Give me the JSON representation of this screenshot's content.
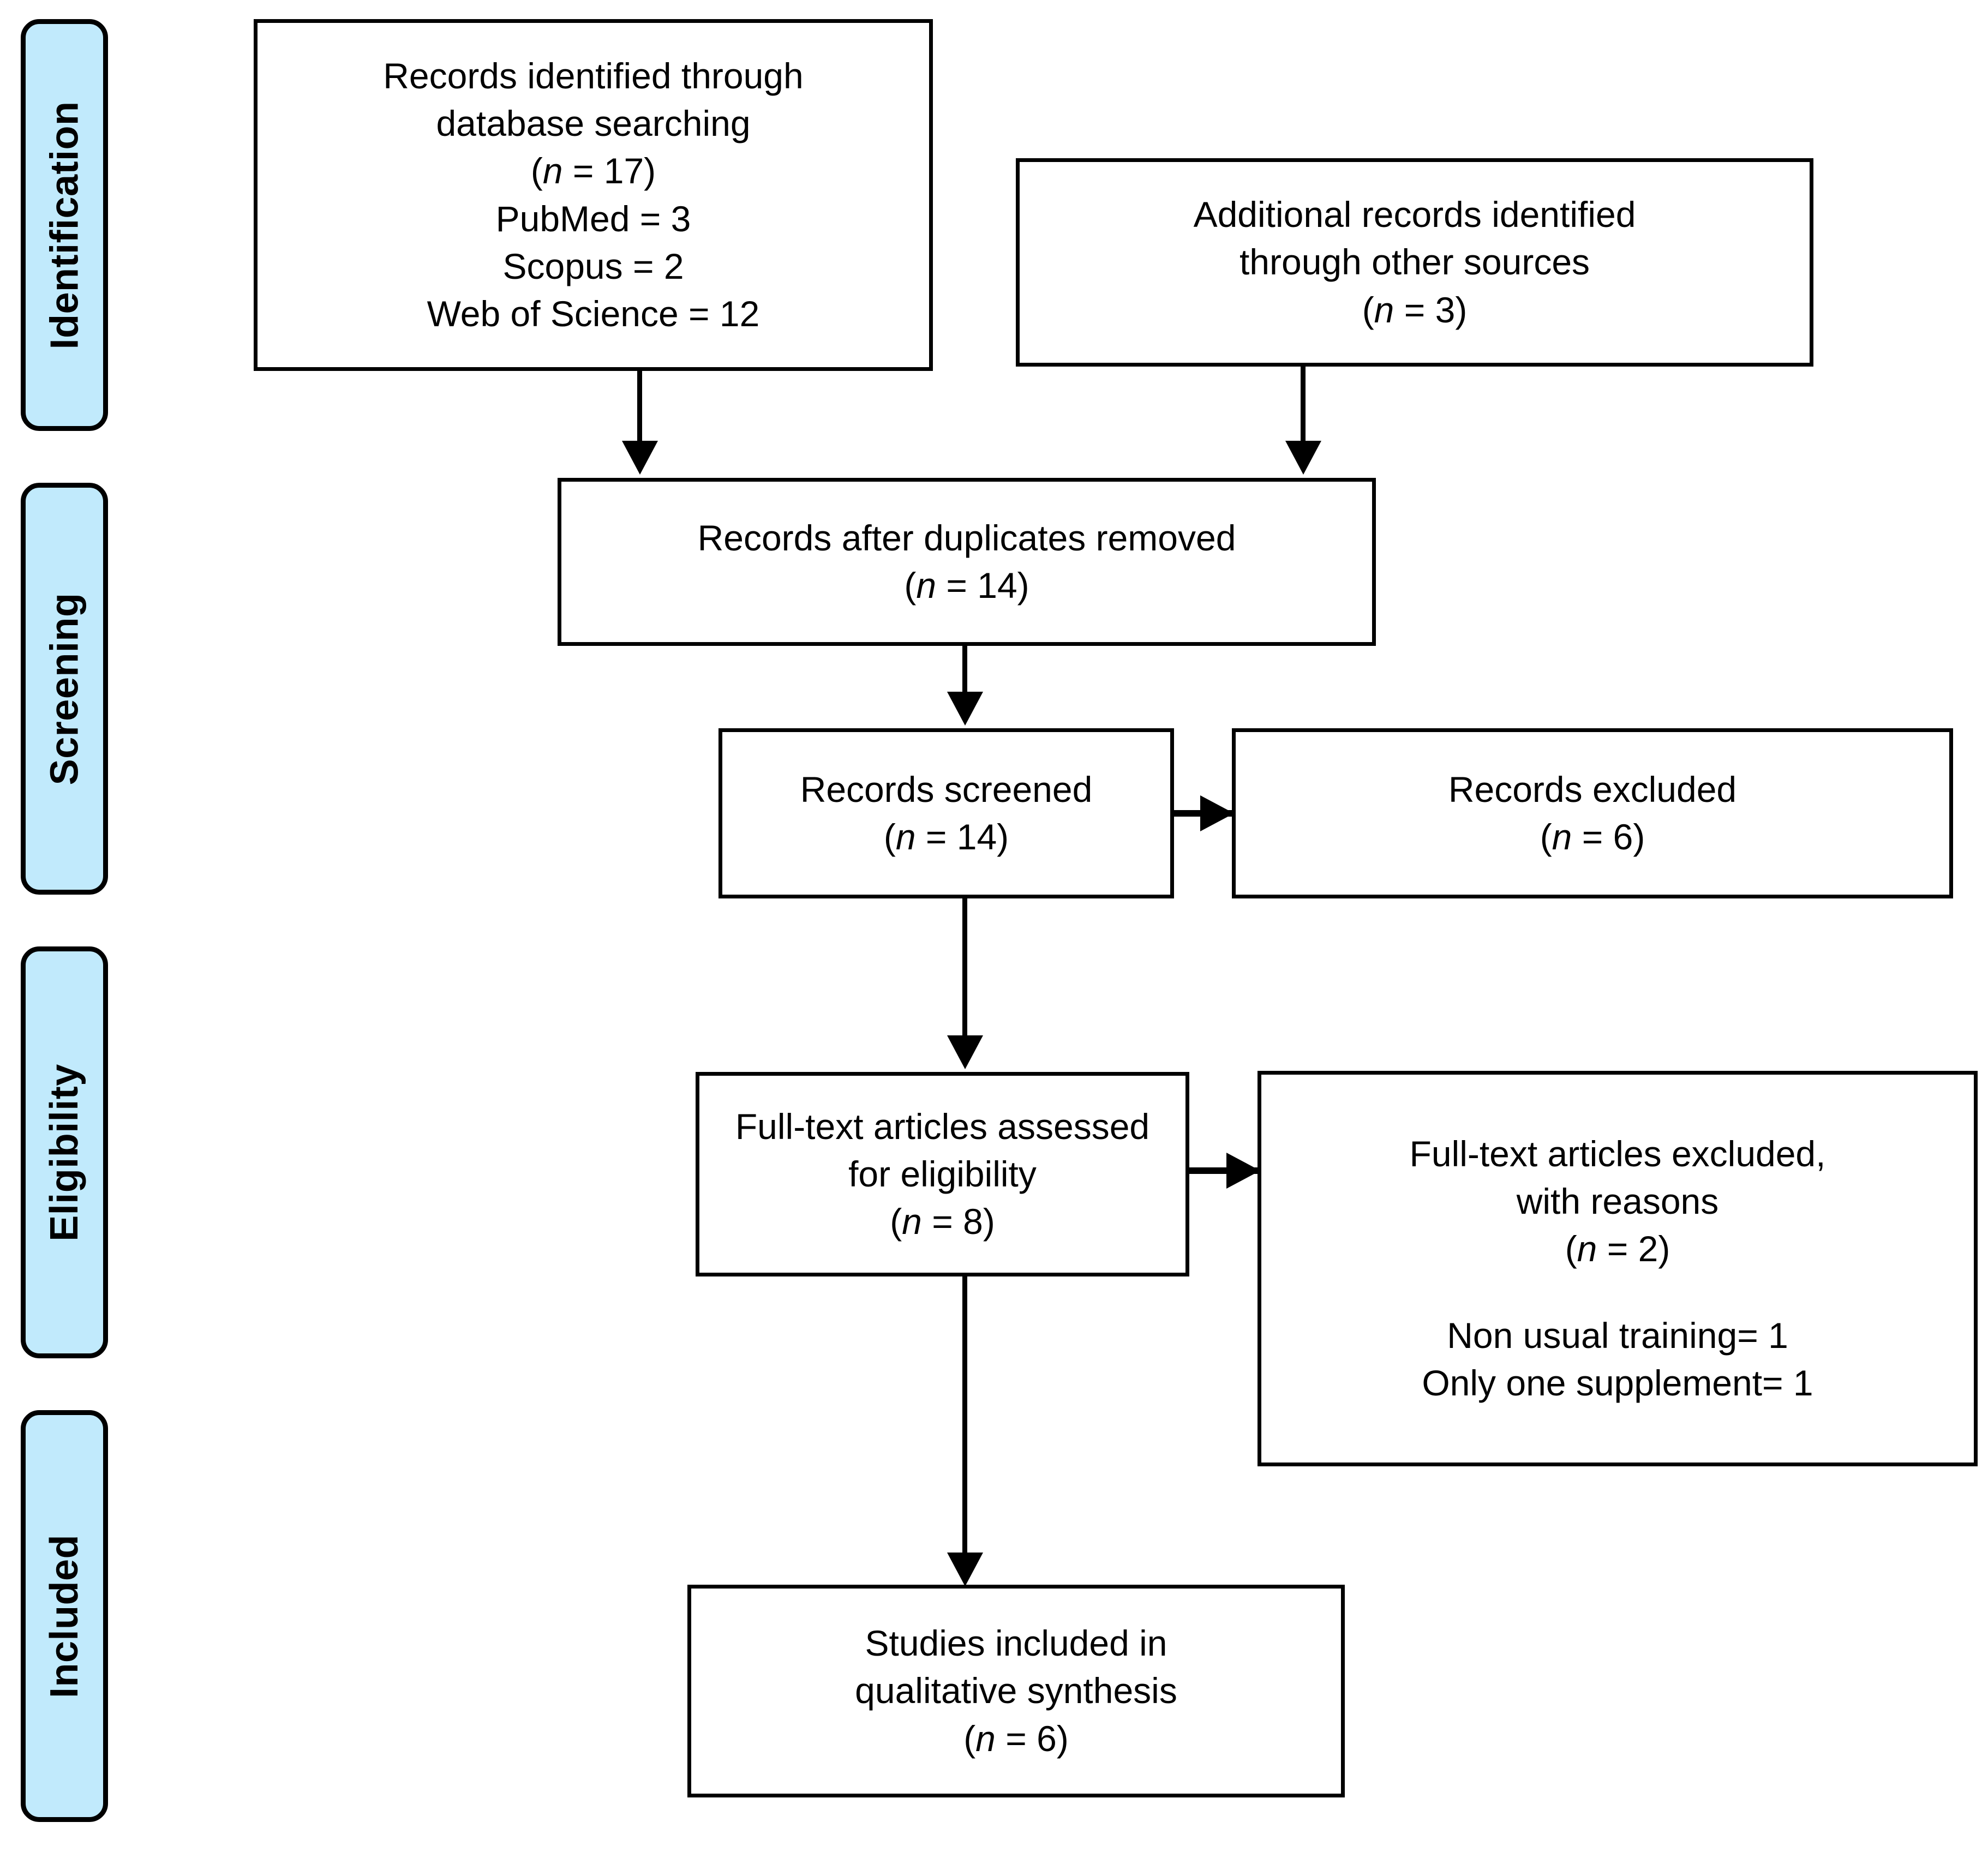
{
  "diagram": {
    "type": "PRISMA flow diagram",
    "accent_color": "#c1eafc",
    "line_color": "#000000",
    "box_fill": "#ffffff"
  },
  "phases": [
    {
      "label": "Identification"
    },
    {
      "label": "Screening"
    },
    {
      "label": "Eligibility"
    },
    {
      "label": "Included"
    }
  ],
  "boxes": {
    "identified_database": {
      "lines": [
        "Records identified through",
        "database searching",
        "(n = 17)",
        "PubMed = 3",
        "Scopus = 2",
        "Web of Science = 12"
      ]
    },
    "identified_other": {
      "lines": [
        "Additional records identified",
        "through other sources",
        "(n = 3)"
      ]
    },
    "duplicates_removed": {
      "lines": [
        "Records after duplicates removed",
        "(n = 14)"
      ]
    },
    "records_screened": {
      "lines": [
        "Records screened",
        "(n = 14)"
      ]
    },
    "records_excluded": {
      "lines": [
        "Records excluded",
        "(n = 6)"
      ]
    },
    "fulltext_assessed": {
      "lines": [
        "Full-text articles assessed",
        "for eligibility",
        "(n = 8)"
      ]
    },
    "fulltext_excluded": {
      "lines": [
        "Full-text articles excluded,",
        "with reasons",
        "(n = 2)"
      ],
      "reasons": [
        "Non usual training= 1",
        "Only one supplement= 1"
      ]
    },
    "studies_included": {
      "lines": [
        "Studies included in",
        "qualitative synthesis",
        "(n = 6)"
      ]
    }
  },
  "counts": {
    "database_total": 17,
    "pubmed": 3,
    "scopus": 2,
    "web_of_science": 12,
    "other_sources": 3,
    "after_duplicates": 14,
    "screened": 14,
    "excluded_screening": 6,
    "fulltext_assessed": 8,
    "fulltext_excluded": 2,
    "included": 6
  }
}
